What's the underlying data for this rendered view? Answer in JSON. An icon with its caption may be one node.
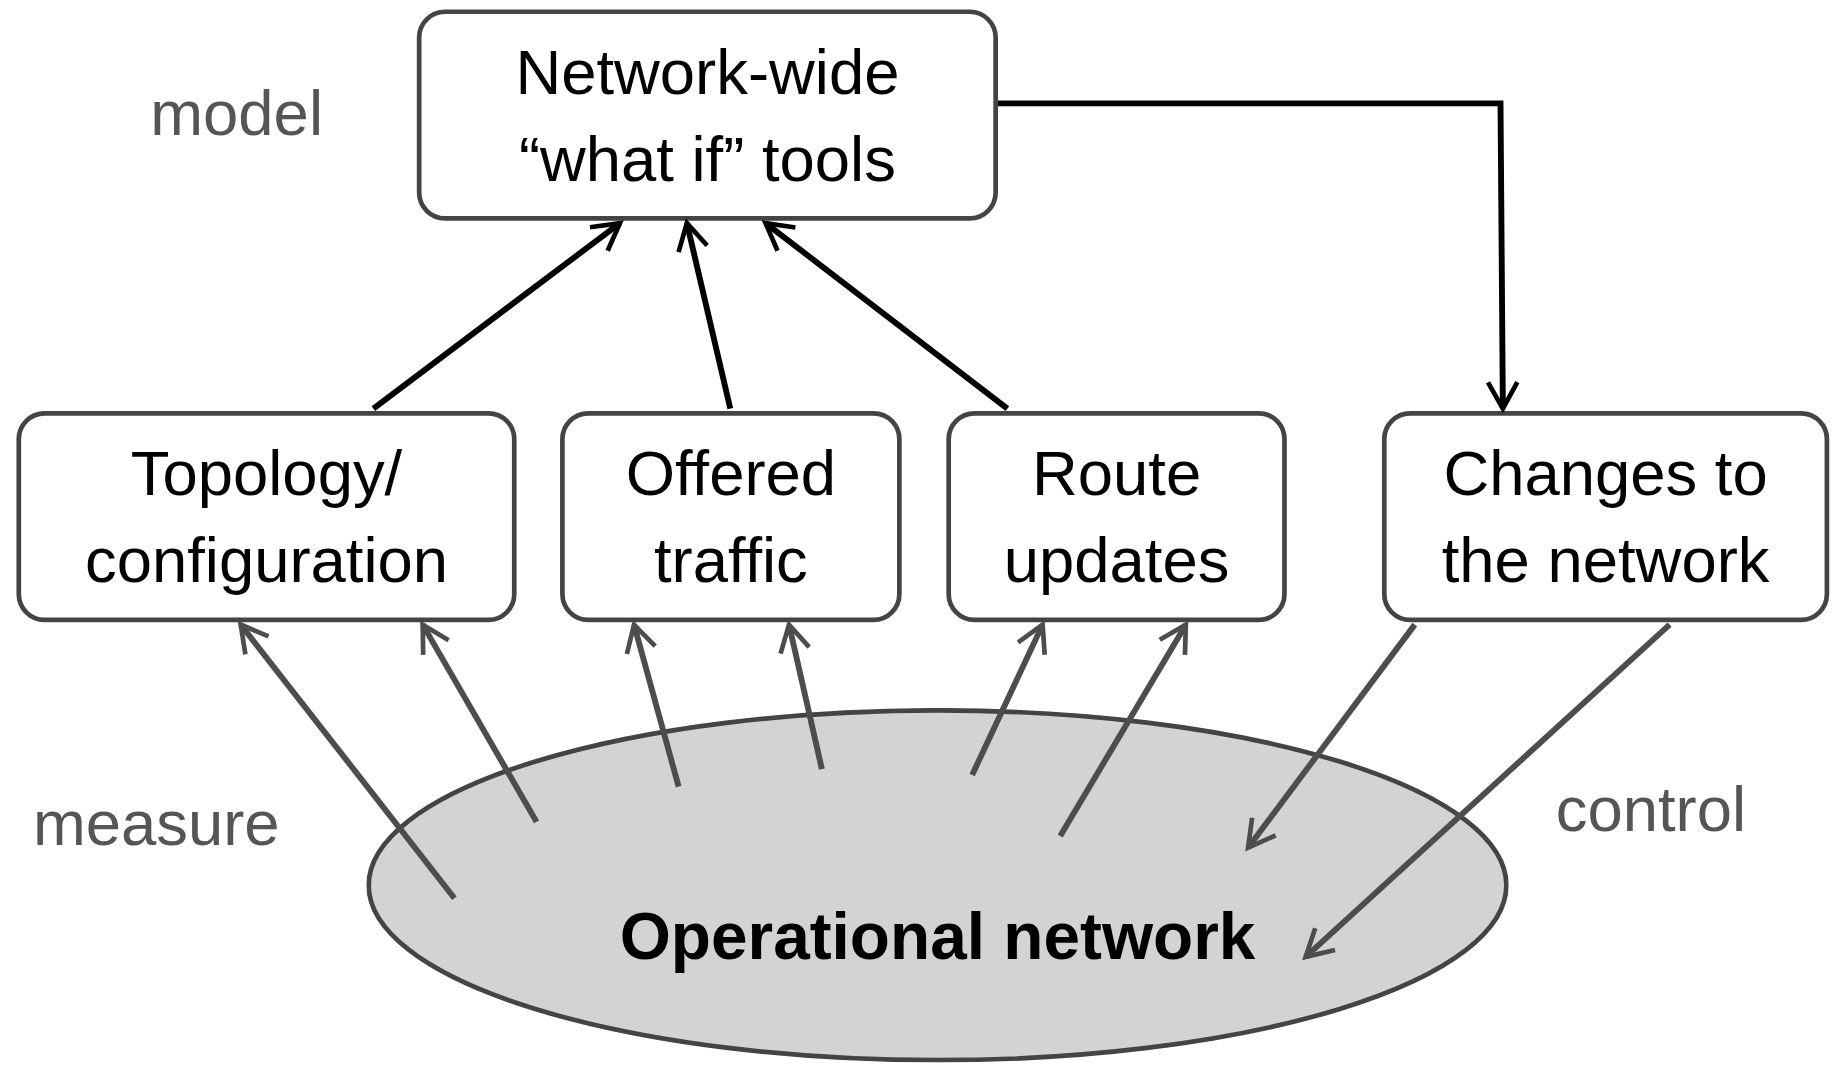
{
  "diagram": {
    "nodes": [
      {
        "text": [
          "Network-wide “what if” tools"
        ]
      },
      {
        "text": [
          "Topology/ configuration"
        ]
      },
      {
        "text": [
          "Offered traffic"
        ]
      },
      {
        "text": [
          "Route updates"
        ]
      },
      {
        "text": [
          "Changes to the network"
        ]
      },
      {
        "text": [
          "Operational network"
        ]
      }
    ],
    "edges": [
      {
        "from": 1,
        "to": 0,
        "arrow": "to",
        "color": "#000000"
      },
      {
        "from": 2,
        "to": 0,
        "arrow": "to",
        "color": "#000000"
      },
      {
        "from": 3,
        "to": 0,
        "arrow": "to",
        "color": "#000000"
      },
      {
        "from": 0,
        "to": 4,
        "arrow": "to",
        "color": "#000000"
      },
      {
        "from": 5,
        "to": 1,
        "arrow": "to"
      },
      {
        "from": 5,
        "to": 1,
        "arrow": "to"
      },
      {
        "from": 5,
        "to": 2,
        "arrow": "to"
      },
      {
        "from": 5,
        "to": 2,
        "arrow": "to"
      },
      {
        "from": 5,
        "to": 3,
        "arrow": "to"
      },
      {
        "from": 5,
        "to": 3,
        "arrow": "to"
      },
      {
        "from": 4,
        "to": 5,
        "arrow": "to"
      },
      {
        "from": 4,
        "to": 5,
        "arrow": "to"
      }
    ],
    "labels": [
      "model",
      "measure",
      "control"
    ]
  }
}
